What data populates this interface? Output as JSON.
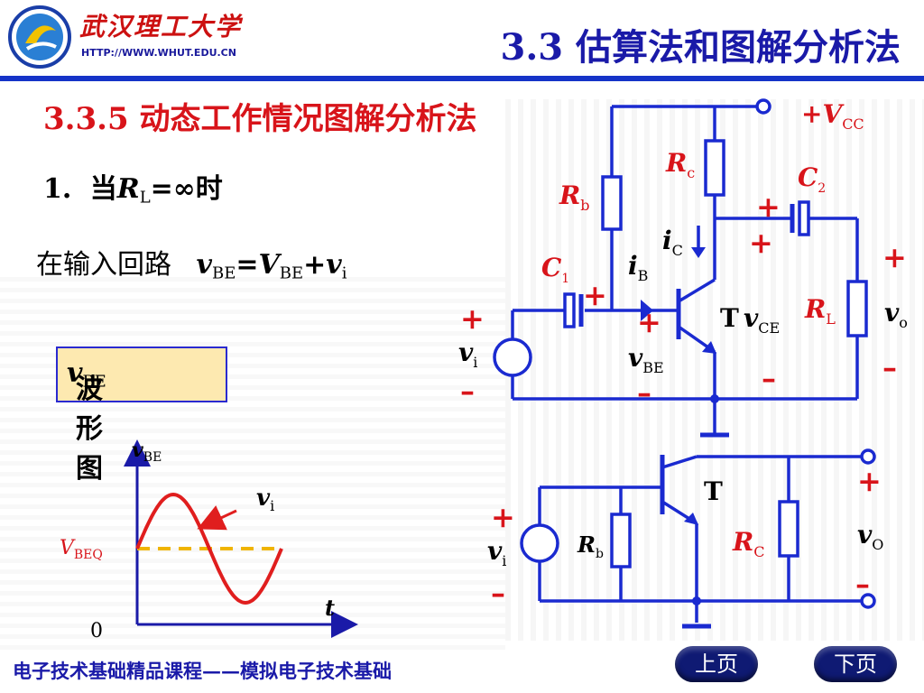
{
  "header": {
    "university_name": "武汉理工大学",
    "university_url": "HTTP://WWW.WHUT.EDU.CN",
    "title": "3.3  估算法和图解分析法",
    "accent_color": "#1533c8"
  },
  "section": {
    "title": "3.3.5  动态工作情况图解分析法",
    "case_number": "1.",
    "case_prefix": "当",
    "case_suffix": "=∞时",
    "input_loop_text": "在输入回路",
    "waveform_box_suffix": "波形图"
  },
  "waveform": {
    "y_label": "v",
    "y_label_sub": "BE",
    "x_label": "t",
    "origin_label": "0",
    "signal_label": "v",
    "signal_label_sub": "i",
    "dc_label": "V",
    "dc_label_sub": "BEQ",
    "signal_color": "#e01e1e",
    "dc_color": "#f0b400"
  },
  "circuit": {
    "vcc": "+V",
    "vcc_sub": "CC",
    "rc": "R",
    "rc_sub": "c",
    "rb": "R",
    "rb_sub": "b",
    "c1": "C",
    "c1_sub": "1",
    "c2": "C",
    "c2_sub": "2",
    "ic": "i",
    "ic_sub": "C",
    "ib": "i",
    "ib_sub": "B",
    "transistor": "T",
    "vce": "v",
    "vce_sub": "CE",
    "vbe": "v",
    "vbe_sub": "BE",
    "rl": "R",
    "rl_sub": "L",
    "vo": "v",
    "vo_sub": "o",
    "vi": "v",
    "vi_sub": "i",
    "plus": "+",
    "minus": "–"
  },
  "ac_circuit": {
    "transistor": "T",
    "vi": "v",
    "vi_sub": "i",
    "rb": "R",
    "rb_sub": "b",
    "rc": "R",
    "rc_sub": "C",
    "vo": "v",
    "vo_sub": "O",
    "plus": "+",
    "minus": "–"
  },
  "footer": {
    "course_text": "电子技术基础精品课程——模拟电子技术基础",
    "prev_label": "上页",
    "next_label": "下页"
  }
}
